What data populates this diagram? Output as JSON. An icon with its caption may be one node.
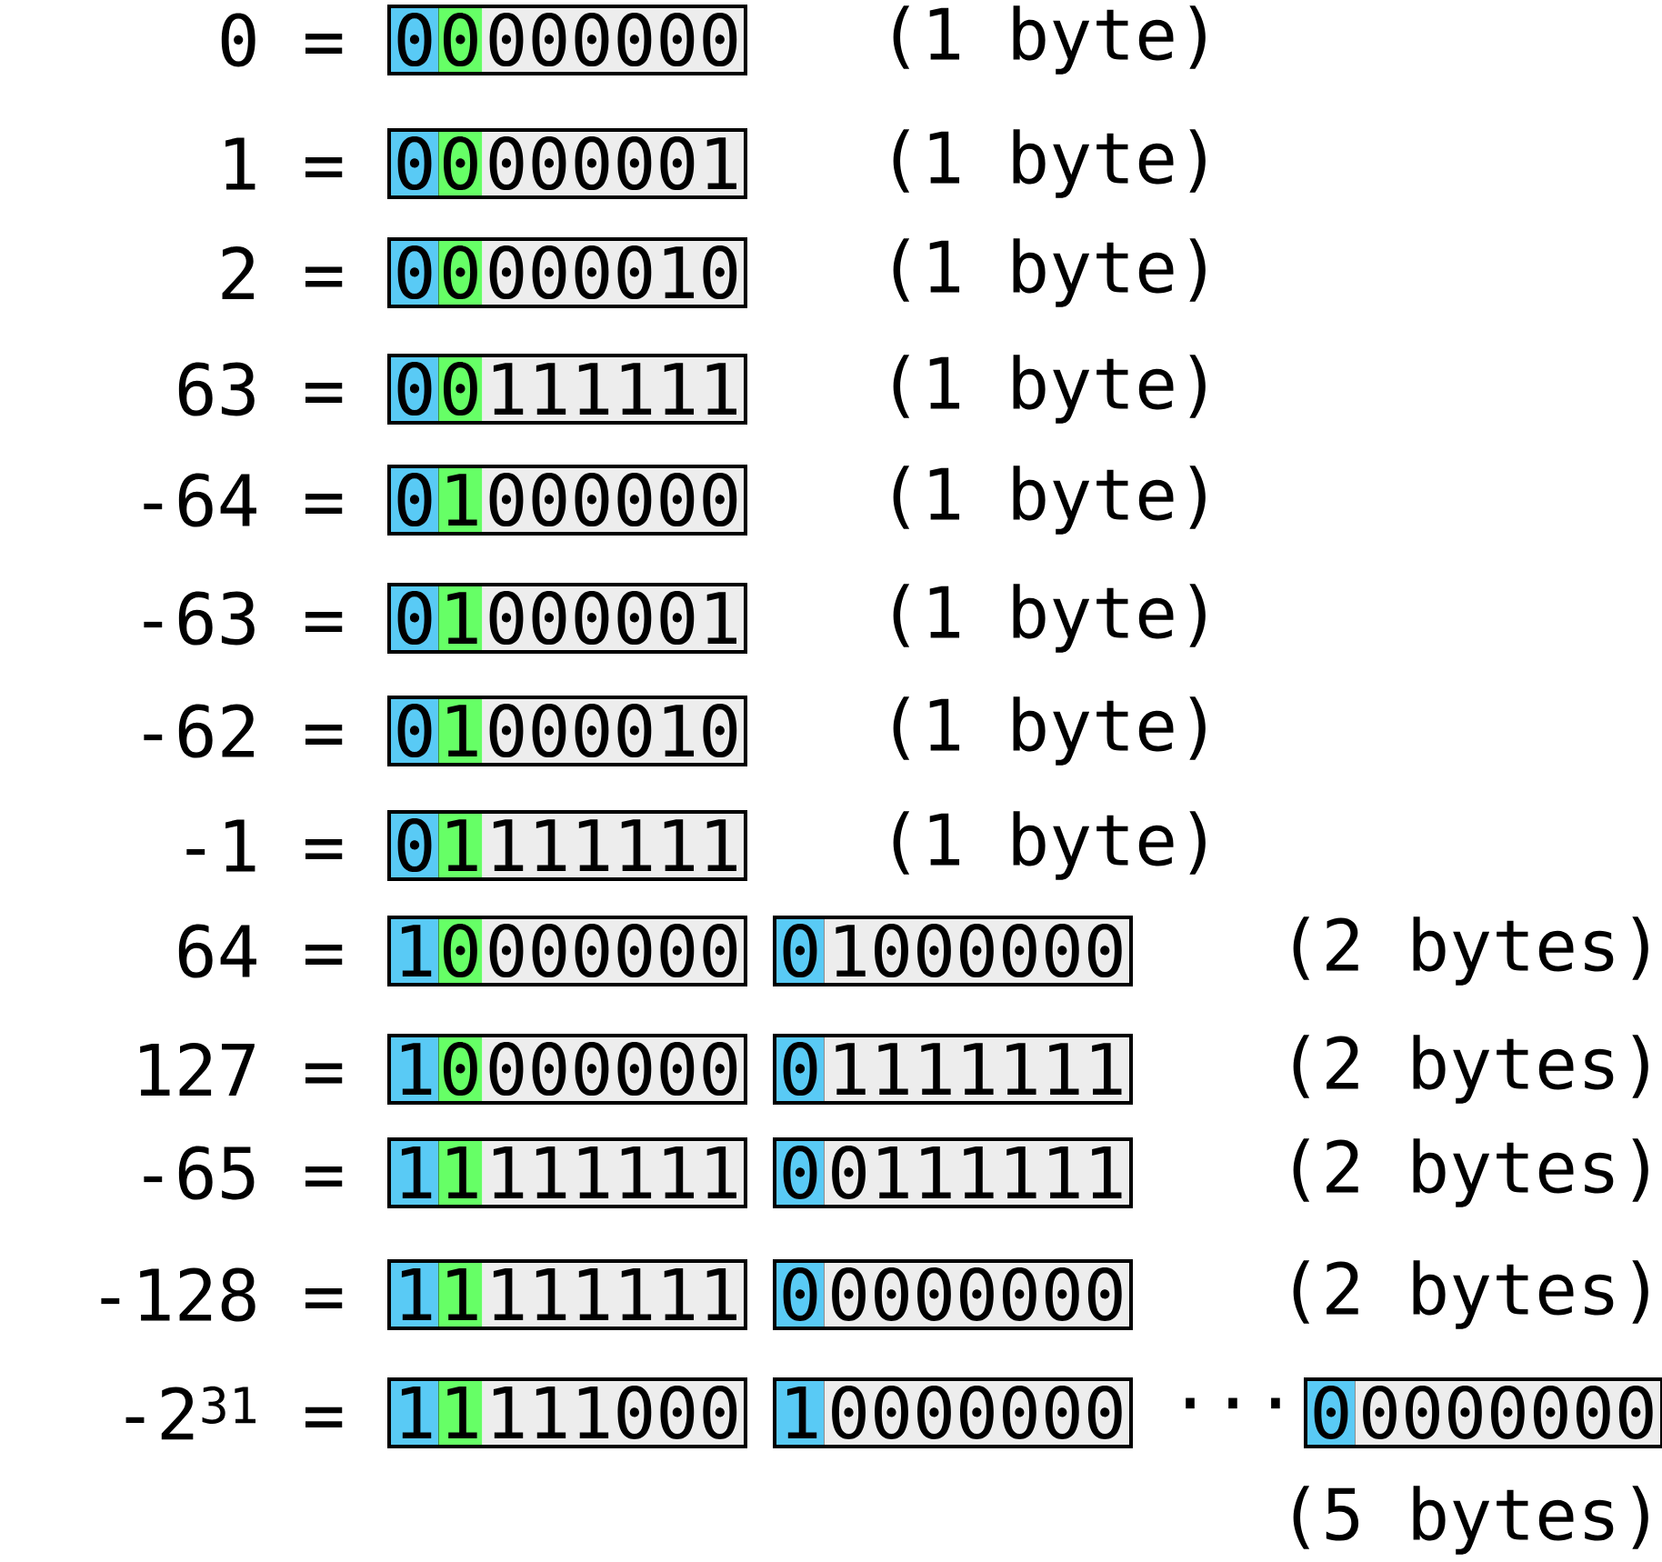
{
  "diagram": {
    "nodes": [
      {
        "text": [],
        "shape": "box"
      },
      {
        "text": [
          "0"
        ],
        "in": 0
      },
      {
        "text": [
          "0"
        ],
        "in": 0
      },
      {
        "text": [
          "000000"
        ],
        "in": 0
      },
      {
        "text": [],
        "shape": "box"
      },
      {
        "text": [
          "0"
        ],
        "in": 4
      },
      {
        "text": [
          "0"
        ],
        "in": 4
      },
      {
        "text": [
          "000001"
        ],
        "in": 4
      },
      {
        "text": [],
        "shape": "box"
      },
      {
        "text": [
          "0"
        ],
        "in": 8
      },
      {
        "text": [
          "0"
        ],
        "in": 8
      },
      {
        "text": [
          "000010"
        ],
        "in": 8
      },
      {
        "text": [],
        "shape": "box"
      },
      {
        "text": [
          "0"
        ],
        "in": 12
      },
      {
        "text": [
          "0"
        ],
        "in": 12
      },
      {
        "text": [
          "111111"
        ],
        "in": 12
      },
      {
        "text": [],
        "shape": "box"
      },
      {
        "text": [
          "0"
        ],
        "in": 16
      },
      {
        "text": [
          "1"
        ],
        "in": 16
      },
      {
        "text": [
          "000000"
        ],
        "in": 16
      },
      {
        "text": [],
        "shape": "box"
      },
      {
        "text": [
          "0"
        ],
        "in": 20
      },
      {
        "text": [
          "1"
        ],
        "in": 20
      },
      {
        "text": [
          "000001"
        ],
        "in": 20
      },
      {
        "text": [],
        "shape": "box"
      },
      {
        "text": [
          "0"
        ],
        "in": 24
      },
      {
        "text": [
          "1"
        ],
        "in": 24
      },
      {
        "text": [
          "000010"
        ],
        "in": 24
      },
      {
        "text": [],
        "shape": "box"
      },
      {
        "text": [
          "0"
        ],
        "in": 28
      },
      {
        "text": [
          "1"
        ],
        "in": 28
      },
      {
        "text": [
          "111111"
        ],
        "in": 28
      },
      {
        "text": [],
        "shape": "box"
      },
      {
        "text": [
          "1"
        ],
        "in": 32
      },
      {
        "text": [
          "0"
        ],
        "in": 32
      },
      {
        "text": [
          "000000"
        ],
        "in": 32
      },
      {
        "text": [],
        "shape": "box"
      },
      {
        "text": [
          "0"
        ],
        "in": 36
      },
      {
        "text": [
          "1000000"
        ],
        "in": 36
      },
      {
        "text": [],
        "shape": "box"
      },
      {
        "text": [
          "1"
        ],
        "in": 39
      },
      {
        "text": [
          "0"
        ],
        "in": 39
      },
      {
        "text": [
          "000000"
        ],
        "in": 39
      },
      {
        "text": [],
        "shape": "box"
      },
      {
        "text": [
          "0"
        ],
        "in": 43
      },
      {
        "text": [
          "1111111"
        ],
        "in": 43
      },
      {
        "text": [],
        "shape": "box"
      },
      {
        "text": [
          "1"
        ],
        "in": 46
      },
      {
        "text": [
          "1"
        ],
        "in": 46
      },
      {
        "text": [
          "111111"
        ],
        "in": 46
      },
      {
        "text": [],
        "shape": "box"
      },
      {
        "text": [
          "0"
        ],
        "in": 50
      },
      {
        "text": [
          "0111111"
        ],
        "in": 50
      },
      {
        "text": [],
        "shape": "box"
      },
      {
        "text": [
          "1"
        ],
        "in": 53
      },
      {
        "text": [
          "1"
        ],
        "in": 53
      },
      {
        "text": [
          "111111"
        ],
        "in": 53
      },
      {
        "text": [],
        "shape": "box"
      },
      {
        "text": [
          "0"
        ],
        "in": 57
      },
      {
        "text": [
          "0000000"
        ],
        "in": 57
      },
      {
        "text": [],
        "shape": "box"
      },
      {
        "text": [
          "1"
        ],
        "in": 60
      },
      {
        "text": [
          "1"
        ],
        "in": 60
      },
      {
        "text": [
          "111000"
        ],
        "in": 60
      },
      {
        "text": [],
        "shape": "box"
      },
      {
        "text": [
          "1"
        ],
        "in": 64
      },
      {
        "text": [
          "0000000"
        ],
        "in": 64
      },
      {
        "text": [],
        "shape": "box"
      },
      {
        "text": [
          "0"
        ],
        "in": 67
      },
      {
        "text": [
          "0000000"
        ],
        "in": 67
      }
    ],
    "labels": [
      "0 =",
      "(1 byte)",
      "1 =",
      "(1 byte)",
      "2 =",
      "(1 byte)",
      "63 =",
      "(1 byte)",
      "-64 =",
      "(1 byte)",
      "-63 =",
      "(1 byte)",
      "-62 =",
      "(1 byte)",
      "-1 =",
      "(1 byte)",
      "64 =",
      "(2 bytes)",
      "127 =",
      "(2 bytes)",
      "-65 =",
      "(2 bytes)",
      "-128 =",
      "(2 bytes)",
      "-2$^{31}$ =",
      "···",
      "(5 bytes)"
    ]
  }
}
